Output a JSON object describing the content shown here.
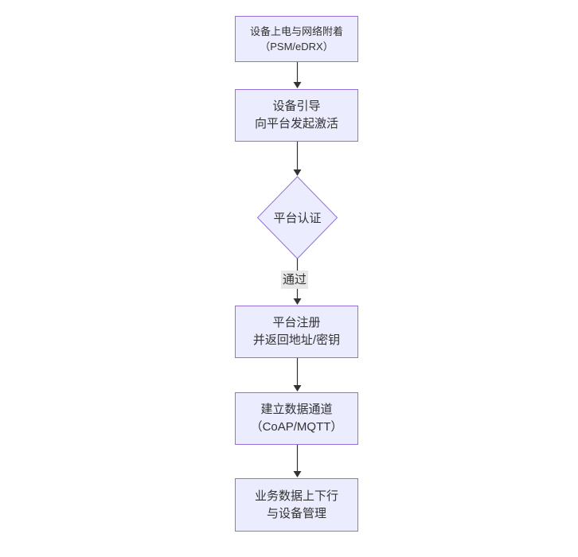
{
  "page": {
    "background": "#ffffff"
  },
  "diagram": {
    "type": "flowchart",
    "direction": "top-down",
    "colors": {
      "node_fill": "#ECECFF",
      "node_border": "#9370DB",
      "edge": "#333333",
      "edge_label_bg": "#e8e8e8",
      "text": "#333333"
    },
    "nodes": [
      {
        "id": "power-attach",
        "shape": "rect",
        "lines": [
          "设备上电与网络附着",
          "（PSM/eDRX）"
        ]
      },
      {
        "id": "bootstrap",
        "shape": "rect",
        "lines": [
          "设备引导",
          "向平台发起激活"
        ]
      },
      {
        "id": "platform-auth",
        "shape": "diamond",
        "lines": [
          "平台认证"
        ]
      },
      {
        "id": "platform-register",
        "shape": "rect",
        "lines": [
          "平台注册",
          "并返回地址/密钥"
        ]
      },
      {
        "id": "data-channel",
        "shape": "rect",
        "lines": [
          "建立数据通道",
          "（CoAP/MQTT）"
        ]
      },
      {
        "id": "business-data",
        "shape": "rect",
        "lines": [
          "业务数据上下行",
          "与设备管理"
        ]
      }
    ],
    "edges": [
      {
        "from": "power-attach",
        "to": "bootstrap",
        "label": ""
      },
      {
        "from": "bootstrap",
        "to": "platform-auth",
        "label": ""
      },
      {
        "from": "platform-auth",
        "to": "platform-register",
        "label": "通过"
      },
      {
        "from": "platform-register",
        "to": "data-channel",
        "label": ""
      },
      {
        "from": "data-channel",
        "to": "business-data",
        "label": ""
      }
    ]
  }
}
